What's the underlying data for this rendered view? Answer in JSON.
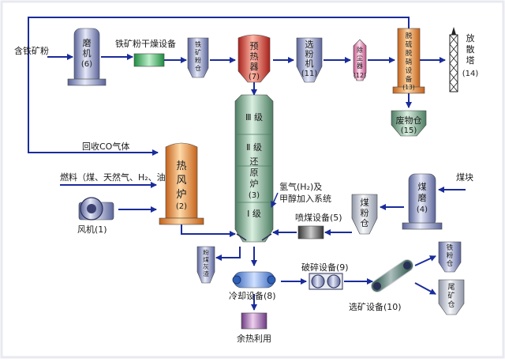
{
  "colors": {
    "flow": "#1a2c9a",
    "steel": "#8c96c8",
    "orange": "#e0893a",
    "green": "#8ab59a",
    "red": "#d64530",
    "purple": "#a86aa8",
    "pink": "#e98ab6",
    "gray": "#c8cdd6",
    "cooler": "#5a8fd8",
    "dryer": "#2fb35a",
    "frame": "#e8eaf0"
  },
  "labels": {
    "iron_ore_input": "含铁矿粉",
    "mill_chars": [
      "磨",
      "机"
    ],
    "mill_num": "(6)",
    "dryer": "铁矿粉干燥设备",
    "ore_bin_chars": [
      "铁",
      "矿",
      "粉",
      "仓"
    ],
    "preheater_chars": [
      "预",
      "热",
      "器"
    ],
    "preheater_num": "(7)",
    "separator_chars": [
      "选",
      "粉",
      "机"
    ],
    "separator_num": "(11)",
    "dust_chars": [
      "除",
      "尘",
      "器"
    ],
    "dust_num": "(12)",
    "desulf_chars": [
      "脱",
      "硫",
      "脱",
      "硝",
      "设",
      "备"
    ],
    "desulf_num": "(13)",
    "tower_chars": [
      "放",
      "散",
      "塔"
    ],
    "tower_num": "(14)",
    "waste_bin": "废物仓",
    "waste_num": "(15)",
    "co_return": "回收CO气体",
    "fuel": "燃料（煤、天然气、H₂、油）",
    "hot_stove_chars": [
      "热",
      "风",
      "炉"
    ],
    "hot_stove_num": "(2)",
    "fan": "风机(1)",
    "stage3": "Ⅲ 级",
    "stage2": "Ⅱ 级",
    "reactor_chars": [
      "还",
      "原",
      "炉"
    ],
    "reactor_num": "(3)",
    "stage1": "Ⅰ 级",
    "hydrogen_line1": "氢气(H₂)及",
    "hydrogen_line2": "甲醇加入系统",
    "coal_spray": "喷煤设备(5)",
    "coal_bin_chars": [
      "煤",
      "粉",
      "仓"
    ],
    "coal_mill_chars": [
      "煤",
      "磨"
    ],
    "coal_mill_num": "(4)",
    "coal_lump": "煤块",
    "ash_chars": [
      "粉",
      "煤",
      "灰",
      "渣"
    ],
    "cooler": "冷却设备(8)",
    "crusher": "破碎设备(9)",
    "magnetic": "选矿设备(10)",
    "iron_bin_chars": [
      "铁",
      "粉",
      "仓"
    ],
    "tail_bin_chars": [
      "尾",
      "矿",
      "仓"
    ],
    "heat_recovery": "余热利用"
  }
}
